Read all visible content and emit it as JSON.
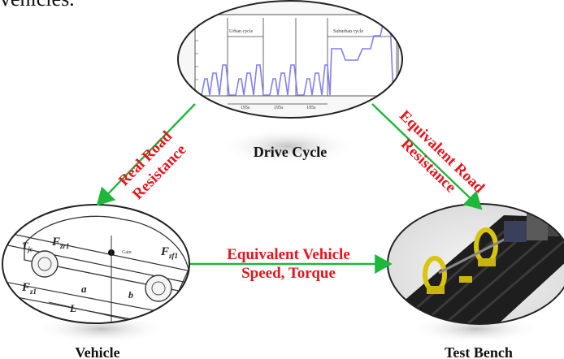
{
  "top_text": "vehicles.",
  "nodes": {
    "drive_cycle": "Drive Cycle",
    "vehicle": "Vehicle",
    "test_bench": "Test Bench"
  },
  "edges": {
    "left_line1": "Real Road",
    "left_line2": "Resistance",
    "right_line1": "Equivalent Road",
    "right_line2": "Resistance",
    "bottom_line1": "Equivalent Vehicle",
    "bottom_line2": "Speed, Torque"
  },
  "chart_labels": {
    "urban": "Urban cycle",
    "suburban": "Suburban cycle",
    "seg1": "195s",
    "seg2": "195s",
    "seg3": "195s"
  },
  "vehicle_labels": {
    "fzr1": "F",
    "fzr1_sub": "zr1",
    "fzf1": "F",
    "fzf1_sub": "zf1",
    "fz1": "F",
    "fz1_sub": "z1",
    "tjc": "T",
    "tjc_sub": "jc",
    "a": "a",
    "b": "b",
    "L": "L",
    "gain": "Gain"
  },
  "colors": {
    "arrow": "#1db83a",
    "red_text": "#e8141b",
    "curve": "#7f7ff5",
    "yellow": "#d9c410"
  }
}
